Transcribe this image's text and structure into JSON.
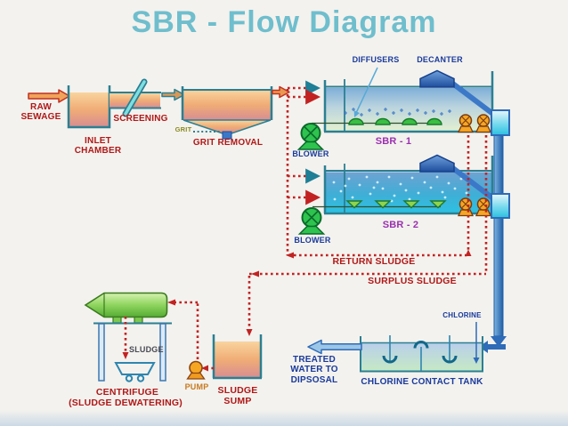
{
  "title": "SBR - Flow Diagram",
  "colors": {
    "title_teal": "#6FBECD",
    "label_red": "#B01818",
    "label_blue": "#1A3A9C",
    "label_purple": "#9B30B0",
    "label_olive": "#8A8A20",
    "label_orange": "#C8791E",
    "label_gray": "#4A4A55",
    "tank_wall_teal": "#2B7F92",
    "flow_dotted_red": "#C22222",
    "pipe_blue": "#2E6BB8",
    "blower_green": "#2EC34E",
    "pump_orange": "#F5A623"
  },
  "stages": {
    "raw_sewage": {
      "label": "RAW SEWAGE"
    },
    "inlet_chamber": {
      "label": "INLET CHAMBER"
    },
    "screening": {
      "label": "SCREENING"
    },
    "grit_removal": {
      "label": "GRIT REMOVAL",
      "grit_label": "GRIT"
    },
    "sbr1": {
      "label": "SBR - 1",
      "blower_label": "BLOWER"
    },
    "sbr2": {
      "label": "SBR - 2",
      "blower_label": "BLOWER"
    },
    "equipment": {
      "diffusers_label": "DIFFUSERS",
      "decanter_label": "DECANTER"
    },
    "sludge_lines": {
      "return_label": "RETURN SLUDGE",
      "surplus_label": "SURPLUS SLUDGE"
    },
    "disposal": {
      "treated_water_label": "TREATED WATER TO DIPSOSAL",
      "chlorine_label": "CHLORINE",
      "chlorine_tank_label": "CHLORINE CONTACT TANK"
    },
    "dewatering": {
      "centrifuge_label": "CENTRIFUGE",
      "centrifuge_sublabel": "(SLUDGE DEWATERING)",
      "sludge_label": "SLUDGE",
      "pump_label": "PUMP",
      "sump_label": "SLUDGE SUMP"
    }
  }
}
